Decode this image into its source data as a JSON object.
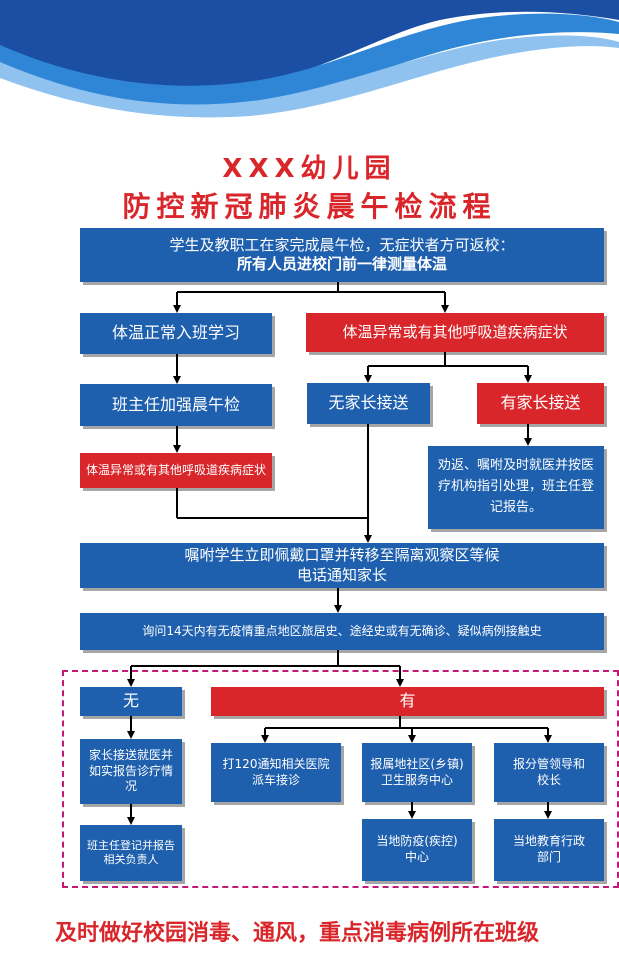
{
  "title_line1": "XXX幼儿园",
  "title_line2": "防控新冠肺炎晨午检流程",
  "step_top": {
    "line1": "学生及教职工在家完成晨午检，无症状者方可返校：",
    "line2": "所有人员进校门前一律测量体温"
  },
  "temp_normal": "体温正常入班学习",
  "temp_abnormal": "体温异常或有其他呼吸道疾病症状",
  "teacher_check": "班主任加强晨午检",
  "abnormal_found": "体温异常或有其他呼吸道疾病症状",
  "no_parent": "无家长接送",
  "has_parent": "有家长接送",
  "has_parent_note": "劝返、嘱咐及时就医并按医疗机构指引处理，班主任登记报告。",
  "isolate": {
    "line1": "嘱咐学生立即佩戴口罩并转移至隔离观察区等候",
    "line2": "电话通知家长"
  },
  "inquire": "询问14天内有无疫情重点地区旅居史、途经史或有无确诊、疑似病例接触史",
  "branch_no": "无",
  "branch_yes": "有",
  "no_step1": "家长接送就医并如实报告诊疗情况",
  "no_step2": "班主任登记并报告相关负责人",
  "yes_a1": "打120通知相关医院派车接诊",
  "yes_b1": "报属地社区(乡镇)卫生服务中心",
  "yes_b2": "当地防疫(疾控)中心",
  "yes_c1": "报分管领导和校长",
  "yes_c2": "当地教育行政部门",
  "bottom_note": "及时做好校园消毒、通风，重点消毒病例所在班级",
  "colors": {
    "blue": "#1e5fae",
    "red": "#d9262b",
    "dash": "#c2187a"
  }
}
